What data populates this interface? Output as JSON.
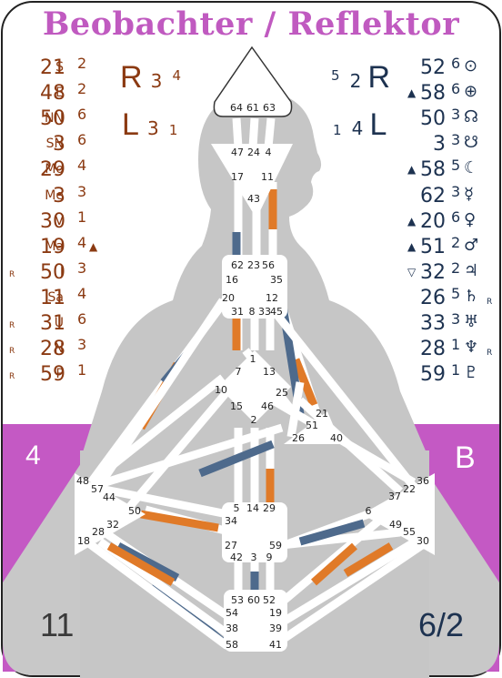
{
  "title": "Beobachter / Reflektor",
  "colors": {
    "title": "#c05ac0",
    "left_text": "#8b3a12",
    "right_text": "#1d3250",
    "magenta": "#c459c4",
    "orange": "#e07a28",
    "blue": "#4e6a8c",
    "body": "#c4c4c4",
    "card_bg": "#d4d4d4"
  },
  "variables": {
    "left_top": {
      "letter": "R",
      "n1": "3",
      "n2": "4"
    },
    "left_bottom": {
      "letter": "L",
      "n1": "3",
      "n2": "1"
    },
    "right_top": {
      "letter": "R",
      "n1": "5",
      "n2": "2"
    },
    "right_bottom": {
      "letter": "L",
      "n1": "1",
      "n2": "4"
    }
  },
  "left_column": [
    {
      "retro": "",
      "planet": "S",
      "gate": "21",
      "line": "2",
      "mark": ""
    },
    {
      "retro": "",
      "planet": "E",
      "gate": "48",
      "line": "2",
      "mark": ""
    },
    {
      "retro": "",
      "planet": "NN",
      "gate": "50",
      "line": "6",
      "mark": ""
    },
    {
      "retro": "",
      "planet": "SN",
      "gate": "3",
      "line": "6",
      "mark": ""
    },
    {
      "retro": "",
      "planet": "Mo",
      "gate": "29",
      "line": "4",
      "mark": ""
    },
    {
      "retro": "",
      "planet": "Me",
      "gate": "3",
      "line": "3",
      "mark": ""
    },
    {
      "retro": "",
      "planet": "V",
      "gate": "30",
      "line": "1",
      "mark": ""
    },
    {
      "retro": "",
      "planet": "Ma",
      "gate": "19",
      "line": "4",
      "mark": "▲"
    },
    {
      "retro": "R",
      "planet": "J",
      "gate": "50",
      "line": "3",
      "mark": ""
    },
    {
      "retro": "",
      "planet": "Sa",
      "gate": "11",
      "line": "4",
      "mark": ""
    },
    {
      "retro": "R",
      "planet": "U",
      "gate": "31",
      "line": "6",
      "mark": ""
    },
    {
      "retro": "R",
      "planet": "N",
      "gate": "28",
      "line": "3",
      "mark": ""
    },
    {
      "retro": "R",
      "planet": "P",
      "gate": "59",
      "line": "1",
      "mark": ""
    }
  ],
  "right_column": [
    {
      "mark": "",
      "gate": "52",
      "line": "6",
      "symbol": "⊙",
      "retro": ""
    },
    {
      "mark": "▲",
      "gate": "58",
      "line": "6",
      "symbol": "⊕",
      "retro": ""
    },
    {
      "mark": "",
      "gate": "50",
      "line": "3",
      "symbol": "☊",
      "retro": ""
    },
    {
      "mark": "",
      "gate": "3",
      "line": "3",
      "symbol": "☋",
      "retro": ""
    },
    {
      "mark": "▲",
      "gate": "58",
      "line": "5",
      "symbol": "☾",
      "retro": ""
    },
    {
      "mark": "",
      "gate": "62",
      "line": "3",
      "symbol": "☿",
      "retro": ""
    },
    {
      "mark": "▲",
      "gate": "20",
      "line": "6",
      "symbol": "♀",
      "retro": ""
    },
    {
      "mark": "▲",
      "gate": "51",
      "line": "2",
      "symbol": "♂",
      "retro": ""
    },
    {
      "mark": "▽",
      "gate": "32",
      "line": "2",
      "symbol": "♃",
      "retro": ""
    },
    {
      "mark": "",
      "gate": "26",
      "line": "5",
      "symbol": "♄",
      "retro": "R"
    },
    {
      "mark": "",
      "gate": "33",
      "line": "3",
      "symbol": "♅",
      "retro": ""
    },
    {
      "mark": "",
      "gate": "28",
      "line": "1",
      "symbol": "♆",
      "retro": "R"
    },
    {
      "mark": "",
      "gate": "59",
      "line": "1",
      "symbol": "♇",
      "retro": ""
    }
  ],
  "corners": {
    "middle_left": "4",
    "middle_right": "B",
    "bottom_left": "11",
    "bottom_right": "6/2"
  },
  "centers": {
    "head": [
      "64",
      "61",
      "63"
    ],
    "ajna": [
      "47",
      "24",
      "4",
      "17",
      "11",
      "43"
    ],
    "throat": [
      "62",
      "23",
      "56",
      "16",
      "35",
      "20",
      "12",
      "31",
      "8",
      "33",
      "45"
    ],
    "g": [
      "1",
      "7",
      "13",
      "10",
      "25",
      "15",
      "46",
      "2"
    ],
    "ego": [
      "21",
      "51",
      "26",
      "40"
    ],
    "sacral": [
      "5",
      "14",
      "29",
      "34",
      "27",
      "59",
      "42",
      "3",
      "9"
    ],
    "root": [
      "53",
      "60",
      "52",
      "54",
      "19",
      "38",
      "39",
      "58",
      "41"
    ],
    "spleen": [
      "48",
      "57",
      "44",
      "50",
      "32",
      "28",
      "18"
    ],
    "solar": [
      "36",
      "22",
      "37",
      "6",
      "49",
      "55",
      "30"
    ]
  }
}
